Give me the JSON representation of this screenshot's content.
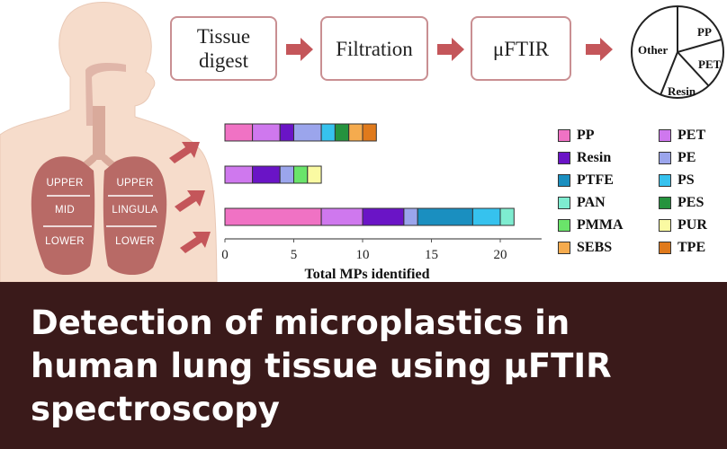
{
  "flow": {
    "steps": [
      "Tissue\ndigest",
      "Filtration",
      "μFTIR"
    ],
    "arrow_color": "#c4565a",
    "box_border_color": "#c98f92"
  },
  "pie": {
    "labels": [
      "PP",
      "PET",
      "Resin",
      "Other"
    ]
  },
  "lung": {
    "left_lobes": [
      "UPPER",
      "MID",
      "LOWER"
    ],
    "right_lobes": [
      "UPPER",
      "LINGULA",
      "LOWER"
    ],
    "lung_color": "#b86a66",
    "body_color": "#f6dccb"
  },
  "chart_data": {
    "type": "bar",
    "orientation": "horizontal",
    "stacked": true,
    "xlabel": "Total MPs identified",
    "xlim": [
      0,
      23
    ],
    "xticks": [
      0,
      5,
      10,
      15,
      20
    ],
    "rows": [
      {
        "segments": [
          {
            "polymer": "PP",
            "value": 2
          },
          {
            "polymer": "PET",
            "value": 2
          },
          {
            "polymer": "Resin",
            "value": 1
          },
          {
            "polymer": "PE",
            "value": 2
          },
          {
            "polymer": "PS",
            "value": 1
          },
          {
            "polymer": "PES",
            "value": 1
          },
          {
            "polymer": "SEBS",
            "value": 1
          },
          {
            "polymer": "TPE",
            "value": 1
          }
        ]
      },
      {
        "segments": [
          {
            "polymer": "PP",
            "value": 0
          },
          {
            "polymer": "PET",
            "value": 2
          },
          {
            "polymer": "Resin",
            "value": 2
          },
          {
            "polymer": "PE",
            "value": 1
          },
          {
            "polymer": "PMMA",
            "value": 1
          },
          {
            "polymer": "PUR",
            "value": 1
          }
        ]
      },
      {
        "segments": [
          {
            "polymer": "PP",
            "value": 7
          },
          {
            "polymer": "PET",
            "value": 3
          },
          {
            "polymer": "Resin",
            "value": 3
          },
          {
            "polymer": "PE",
            "value": 1
          },
          {
            "polymer": "PTFE",
            "value": 4
          },
          {
            "polymer": "PS",
            "value": 2
          },
          {
            "polymer": "PAN",
            "value": 1
          }
        ]
      }
    ]
  },
  "legend": [
    {
      "name": "PP",
      "color": "#f072c4"
    },
    {
      "name": "PET",
      "color": "#cf78ee"
    },
    {
      "name": "Resin",
      "color": "#6a14c6"
    },
    {
      "name": "PE",
      "color": "#9ba5ec"
    },
    {
      "name": "PTFE",
      "color": "#1a8fc0"
    },
    {
      "name": "PS",
      "color": "#36c2ee"
    },
    {
      "name": "PAN",
      "color": "#7eecd0"
    },
    {
      "name": "PES",
      "color": "#25933e"
    },
    {
      "name": "PMMA",
      "color": "#6ae46a"
    },
    {
      "name": "PUR",
      "color": "#fafaa2"
    },
    {
      "name": "SEBS",
      "color": "#f5ab4e"
    },
    {
      "name": "TPE",
      "color": "#e07a1c"
    }
  ],
  "headline": "Detection of microplastics in human lung tissue using μFTIR spectroscopy",
  "colors": {
    "banner": "#3a1a1a"
  }
}
